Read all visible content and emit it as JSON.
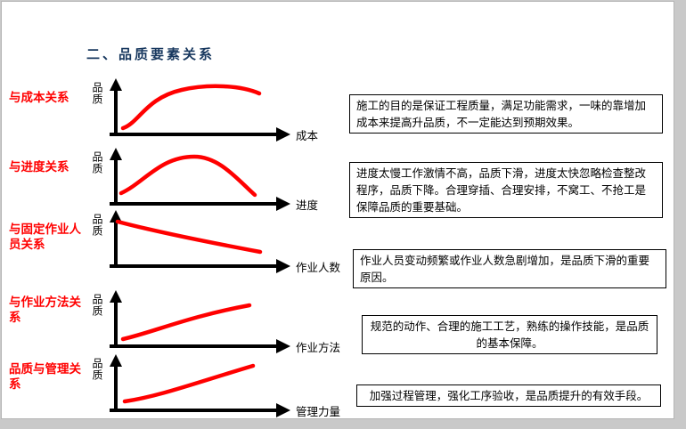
{
  "page": {
    "title": "二、品质要素关系"
  },
  "colors": {
    "accent_red": "#FF0000",
    "title_navy": "#17375E",
    "axis_black": "#000000",
    "note_border": "#000000"
  },
  "rows": [
    {
      "label": "与成本关系",
      "y_axis_label": "品质",
      "x_axis_label": "成本",
      "curve": "rise-then-plateau",
      "note": "施工的目的是保证工程质量，满足功能需求，一味的靠增加成本来提高升品质，不一定能达到预期效果。"
    },
    {
      "label": "与进度关系",
      "y_axis_label": "品质",
      "x_axis_label": "进度",
      "curve": "bell",
      "note": "进度太慢工作激情不高，品质下滑，进度太快忽略检查整改程序，品质下降。合理穿插、合理安排，不窝工、不抢工是保障品质的重要基础。"
    },
    {
      "label": "与固定作业人员关系",
      "y_axis_label": "品质",
      "x_axis_label": "作业人数",
      "curve": "decline",
      "note": "作业人员变动频繁或作业人数急剧增加，是品质下滑的重要原因。"
    },
    {
      "label": "与作业方法关系",
      "y_axis_label": "品质",
      "x_axis_label": "作业方法",
      "curve": "rise",
      "note": "规范的动作、合理的施工工艺，熟练的操作技能，是品质的基本保障。"
    },
    {
      "label": "品质与管理关系",
      "y_axis_label": "品质",
      "x_axis_label": "管理力量",
      "curve": "rise-gentle",
      "note": "加强过程管理，强化工序验收，是品质提升的有效手段。"
    }
  ]
}
